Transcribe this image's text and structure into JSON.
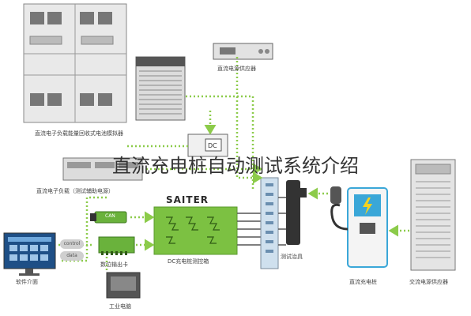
{
  "title": "直流充电桩自动测试系统介绍",
  "labels": {
    "regen_load": "直流电子负载能量回收式电池模拟器",
    "dc_source": "直流电源供应器",
    "dc_load": "直流电子负载（测试辅助电源）",
    "brand": "SAITER",
    "can": "CAN",
    "control": "control",
    "data": "data",
    "digital_out": "数位输出卡",
    "software": "软件介面",
    "industrial_pc": "工业电脑",
    "controller": "DC充电桩测控箱",
    "fixture": "测试治具",
    "charger": "直流充电桩",
    "ac_source": "交流电源供应器"
  },
  "colors": {
    "arrow": "#8ccb4a",
    "board": "#7cc142",
    "device": "#e6e6e6",
    "outline": "#555555"
  }
}
